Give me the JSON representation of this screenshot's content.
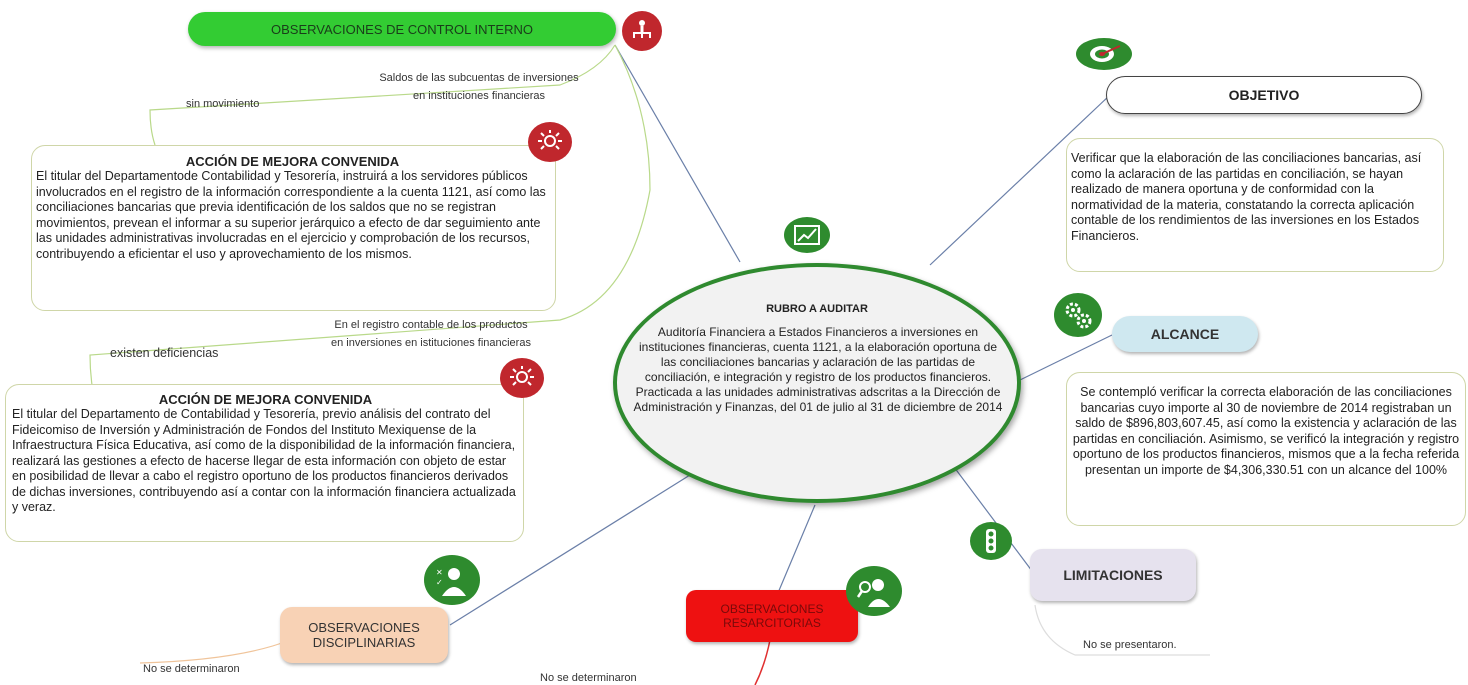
{
  "center": {
    "title": "RUBRO A AUDITAR",
    "body": "Auditoría Financiera a Estados Financieros a inversiones en instituciones financieras, cuenta 1121, a la elaboración oportuna de las conciliaciones bancarias y aclaración de las partidas de conciliación, e integración y registro de los productos financieros. Practicada a las unidades administrativas adscritas a la Dirección de Administración y Finanzas, del 01 de julio al 31 de diciembre de 2014"
  },
  "control_interno": {
    "label": "OBSERVACIONES DE CONTROL INTERNO",
    "obs1": "Saldos de las subcuentas de inversiones en instituciones financieras",
    "obs1_line1": "Saldos de las subcuentas de inversiones",
    "obs1_line2": "en instituciones financieras",
    "obs1_finding": "sin movimiento",
    "action1_title": "ACCIÓN DE MEJORA CONVENIDA",
    "action1_body": "El titular del Departamentode Contabilidad y Tesorería, instruirá a los servidores públicos involucrados en el registro de la información correspondiente a la cuenta 1121, así como las conciliaciones bancarias que previa identificación de los saldos que no se registran movimientos, prevean el informar a su superior jerárquico a efecto de dar seguimiento ante las unidades administrativas involucradas en el ejercicio y comprobación de los recursos, contribuyendo a eficientar el uso y aprovechamiento de los mismos.",
    "obs2_line1": "En el registro contable de los productos",
    "obs2_line2": "en inversiones en istituciones financieras",
    "obs2_finding": "existen deficiencias",
    "action2_title": "ACCIÓN DE MEJORA CONVENIDA",
    "action2_body": "El titular del Departamento de Contabilidad y Tesorería, previo análisis del contrato del Fideicomiso de Inversión y Administración de Fondos del Instituto Mexiquense de la Infraestructura Física Educativa, así como de la disponibilidad de la información financiera, realizará las gestiones a efecto de hacerse llegar de esta información con objeto de estar en posibilidad de llevar a cabo el registro oportuno de los productos financieros derivados de dichas inversiones, contribuyendo así a contar con la información financiera actualizada y veraz."
  },
  "objetivo": {
    "label": "OBJETIVO",
    "body": "Verificar que la elaboración de las conciliaciones bancarias, así como la aclaración de las partidas en conciliación, se hayan realizado de manera oportuna y de conformidad con la normatividad  de la materia, constatando la correcta aplicación contable de los rendimientos de las inversiones en los Estados Financieros."
  },
  "alcance": {
    "label": "ALCANCE",
    "body": "Se contempló verificar la correcta elaboración de las conciliaciones bancarias cuyo importe al 30 de noviembre de 2014 registraban un saldo de $896,803,607.45, así como la existencia y aclaración de las partidas en conciliación. Asimismo, se verificó la integración y registro oportuno de los productos financieros, mismos que a la fecha referida presentan un importe de $4,306,330.51 con un alcance del 100%"
  },
  "limitaciones": {
    "label": "LIMITACIONES",
    "note": "No se presentaron."
  },
  "disciplinarias": {
    "label_line1": "OBSERVACIONES",
    "label_line2": "DISCIPLINARIAS",
    "note": "No se determinaron"
  },
  "resarcitorias": {
    "label_line1": "OBSERVACIONES",
    "label_line2": "RESARCITORIAS",
    "note": "No se determinaron"
  },
  "colors": {
    "green_pill": "#33cc33",
    "red_icon": "#c0272d",
    "green_icon": "#2e8b2e",
    "alcance_fill": "#cfe8f0",
    "limit_fill": "#e6e2ee",
    "disc_fill": "#f8d2b5",
    "resarc_fill": "#ee1111"
  },
  "icons": [
    "org-chart-icon",
    "idea-bulb-icon",
    "target-icon",
    "chart-icon",
    "gears-icon",
    "traffic-light-icon",
    "inspector-icon",
    "magnifier-person-icon"
  ]
}
